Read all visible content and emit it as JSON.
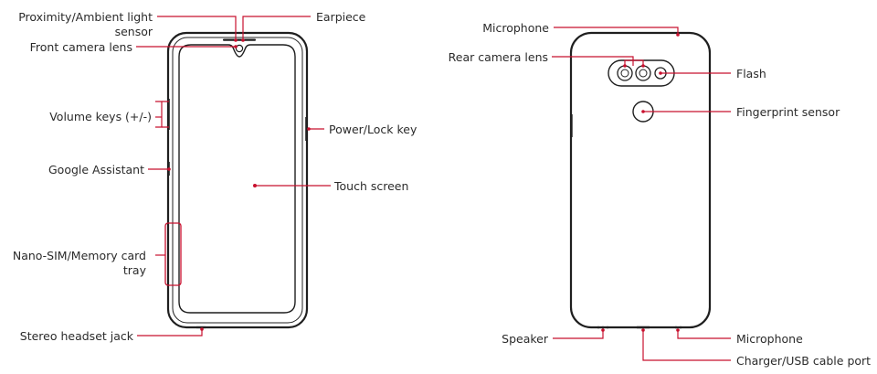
{
  "front_labels": {
    "proximity_line1": "Proximity/Ambient light",
    "proximity_line2": "sensor",
    "front_camera": "Front camera lens",
    "volume": "Volume keys (+/-)",
    "assistant": "Google Assistant",
    "sim_line1": "Nano-SIM/Memory card",
    "sim_line2": "tray",
    "headset": "Stereo headset jack",
    "earpiece": "Earpiece",
    "power": "Power/Lock key",
    "touch": "Touch screen"
  },
  "back_labels": {
    "mic_top": "Microphone",
    "rear_camera": "Rear camera lens",
    "flash": "Flash",
    "fingerprint": "Fingerprint sensor",
    "speaker": "Speaker",
    "mic_bottom": "Microphone",
    "usb": "Charger/USB cable port"
  },
  "colors": {
    "leader_line": "#c8102e",
    "outline": "#1f1f1f",
    "text": "#2b2b2b"
  }
}
